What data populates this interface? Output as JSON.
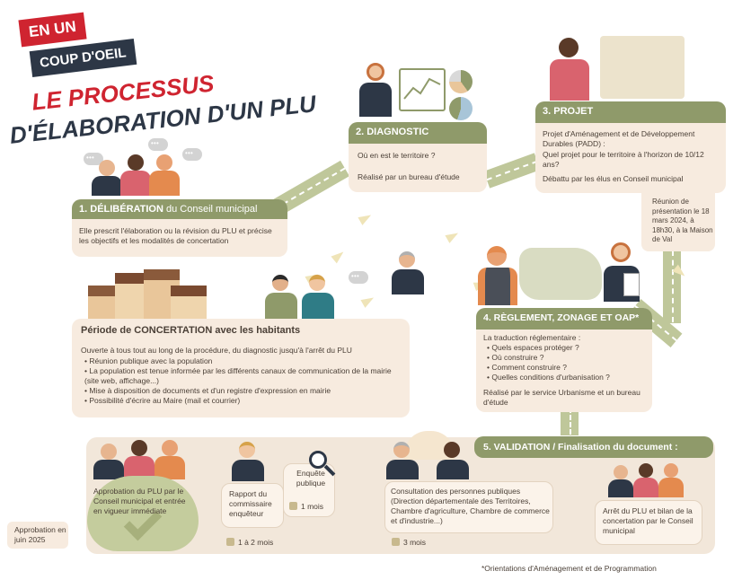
{
  "header": {
    "tag1": "EN UN",
    "tag2": "COUP D'OEIL",
    "title_line1": "LE PROCESSUS",
    "title_line2": "D'ÉLABORATION D'UN PLU"
  },
  "step1": {
    "number": "1.",
    "title_bold": "DÉLIBÉRATION",
    "title_rest": " du Conseil municipal",
    "text": "Elle prescrit l'élaboration ou la révision du PLU et précise les objectifs et les modalités de concertation"
  },
  "step2": {
    "title": "2. DIAGNOSTIC",
    "question": "Où en est le territoire ?",
    "note": "Réalisé par un bureau d'étude"
  },
  "step3": {
    "title": "3. PROJET",
    "text1": "Projet d'Aménagement et de Développement Durables (PADD) :",
    "text2": "Quel projet pour le territoire à l'horizon de 10/12 ans?",
    "text3": "Débattu par les élus en Conseil municipal",
    "meeting": "Réunion de présentation le 18 mars 2024, à 18h30, à la Maison de Val"
  },
  "concertation": {
    "title": "Période de CONCERTATION avec les habitants",
    "intro": "Ouverte à tous tout au long de la procédure, du diagnostic jusqu'à l'arrêt du PLU",
    "items": [
      "Réunion publique avec la population",
      "La population est tenue informée par les différents canaux de communication de la mairie (site web, affichage...)",
      "Mise à disposition de documents et d'un registre d'expression en mairie",
      "Possibilité d'écrire au Maire (mail et courrier)"
    ]
  },
  "step4": {
    "title": "4. RÈGLEMENT, ZONAGE ET OAP*",
    "intro": "La traduction réglementaire :",
    "items": [
      "Quels espaces protéger ?",
      "Où construire ?",
      "Comment construire ?",
      "Quelles conditions d'urbanisation ?"
    ],
    "note": "Réalisé par le service Urbanisme et un bureau d'étude"
  },
  "step5": {
    "title_bold": "5. VALIDATION",
    "title_rest": " / Finalisation du document :",
    "arret": "Arrêt du PLU et bilan de la concertation par le Conseil municipal",
    "consultation": "Consultation des personnes publiques (Direction départementale des Territoires, Chambre d'agriculture, Chambre de commerce et d'industrie...)",
    "consultation_duration": "3 mois",
    "enquete": "Enquête publique",
    "enquete_duration": "1 mois",
    "rapport": "Rapport du commissaire enquêteur",
    "rapport_duration": "1 à 2 mois",
    "approbation": "Approbation du PLU par le Conseil municipal et entrée en vigueur immédiate",
    "approbation_date": "Approbation en juin 2025"
  },
  "footnote": "*Orientations d'Aménagement et de Programmation",
  "colors": {
    "accent_green": "#8f9a6a",
    "card_beige": "#f7ebdf",
    "title_red": "#cf2430",
    "navy": "#2d3746"
  }
}
